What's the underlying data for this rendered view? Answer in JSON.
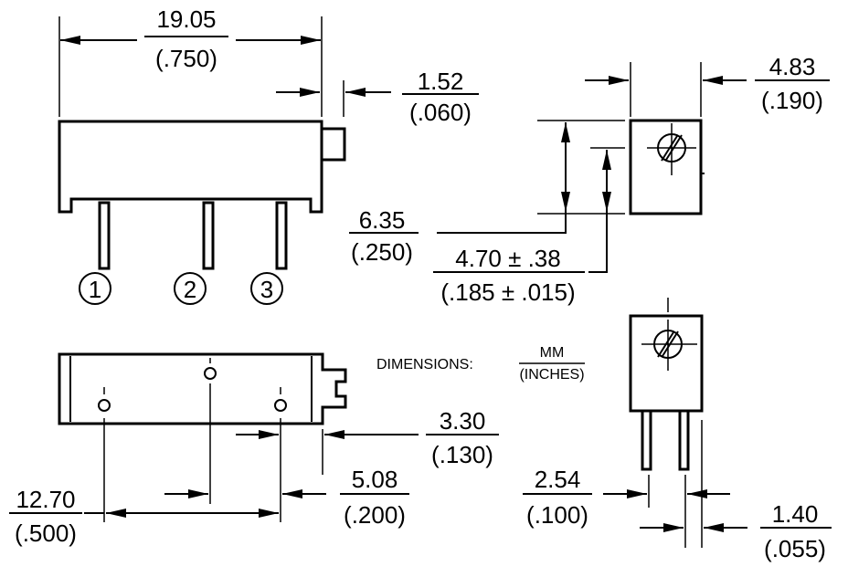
{
  "dimensions": {
    "overall_length": {
      "mm": "19.05",
      "in": "(.750)"
    },
    "knob_protrusion": {
      "mm": "1.52",
      "in": "(.060)"
    },
    "width": {
      "mm": "4.83",
      "in": "(.190)"
    },
    "height": {
      "mm": "6.35",
      "in": "(.250)"
    },
    "adjust_height": {
      "mm": "4.70 ± .38",
      "in": "(.185 ± .015)"
    },
    "knob_offset": {
      "mm": "3.30",
      "in": "(.130)"
    },
    "pin_pitch": {
      "mm": "5.08",
      "in": "(.200)"
    },
    "pin_span": {
      "mm": "12.70",
      "in": "(.500)"
    },
    "row_pitch": {
      "mm": "2.54",
      "in": "(.100)"
    },
    "pin_offset": {
      "mm": "1.40",
      "in": "(.055)"
    }
  },
  "pins": [
    "1",
    "2",
    "3"
  ],
  "legend": {
    "label": "DIMENSIONS:",
    "top": "MM",
    "bottom": "(INCHES)"
  }
}
